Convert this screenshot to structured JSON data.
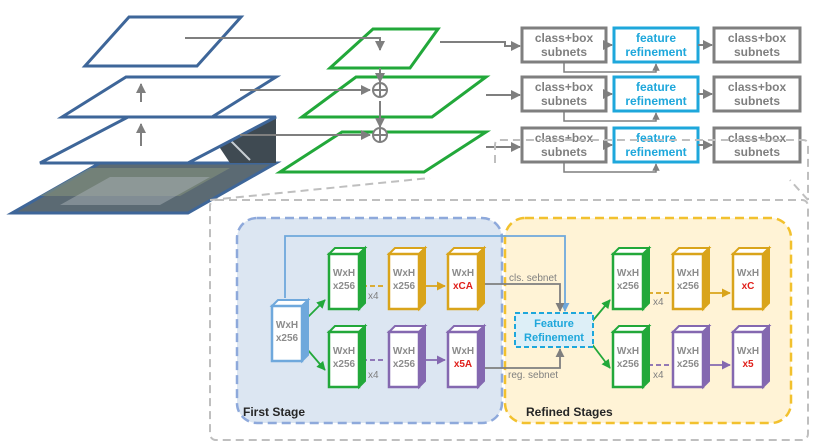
{
  "colors": {
    "pyramid_blue": "#3E6699",
    "fpn_green": "#22A83A",
    "box_gray": "#7F7F7F",
    "refine_cyan": "#1EA7DB",
    "stage_blue_bg": "#DCE6F2",
    "stage_blue_border": "#8EA9DB",
    "stage_yellow_bg": "#FFF3D6",
    "stage_yellow_border": "#F2C12E",
    "feat_yellow": "#D9A41B",
    "feat_purple": "#8468B0",
    "feat_lightblue": "#6FA8DC",
    "red_text": "#E0201B"
  },
  "top": {
    "rows": [
      {
        "subnet_label": "class+box subnets",
        "refine_label": "feature refinement",
        "out_label": "class+box subnets"
      },
      {
        "subnet_label": "class+box subnets",
        "refine_label": "feature refinement",
        "out_label": "class+box subnets"
      },
      {
        "subnet_label": "class+box subnets",
        "refine_label": "feature refinement",
        "out_label": "class+box subnets"
      }
    ]
  },
  "detail": {
    "first_stage_label": "First Stage",
    "refined_stages_label": "Refined Stages",
    "input_block": {
      "line1": "WxH",
      "line2": "x256"
    },
    "first_stage": {
      "cls_mid1": {
        "line1": "WxH",
        "line2": "x256"
      },
      "cls_mid2": {
        "line1": "WxH",
        "line2": "x256"
      },
      "cls_out": {
        "line1": "WxH",
        "line2": "xCA"
      },
      "reg_mid1": {
        "line1": "WxH",
        "line2": "x256"
      },
      "reg_mid2": {
        "line1": "WxH",
        "line2": "x256"
      },
      "reg_out": {
        "line1": "WxH",
        "line2": "x5A"
      },
      "x4_label": "x4"
    },
    "refined": {
      "cls_mid1": {
        "line1": "WxH",
        "line2": "x256"
      },
      "cls_mid2": {
        "line1": "WxH",
        "line2": "x256"
      },
      "cls_out": {
        "line1": "WxH",
        "line2": "xC"
      },
      "reg_mid1": {
        "line1": "WxH",
        "line2": "x256"
      },
      "reg_mid2": {
        "line1": "WxH",
        "line2": "x256"
      },
      "reg_out": {
        "line1": "WxH",
        "line2": "x5"
      },
      "x4_label": "x4"
    },
    "cls_sebnet_label": "cls. sebnet",
    "reg_sebnet_label": "reg. sebnet",
    "feature_refinement": {
      "line1": "Feature",
      "line2": "Refinement"
    }
  }
}
